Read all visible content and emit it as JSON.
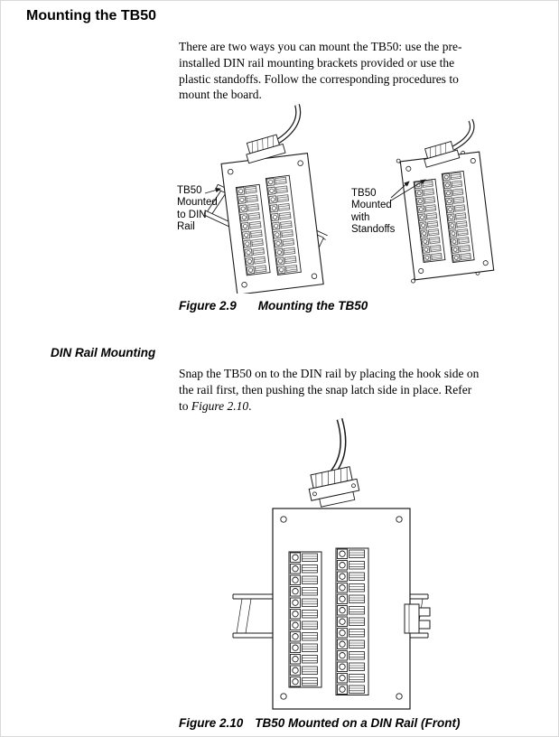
{
  "page": {
    "title": "Mounting the TB50"
  },
  "intro": {
    "text": "There are two ways you can mount the TB50: use the pre-\ninstalled DIN rail mounting brackets provided or use the\nplastic standoffs. Follow the corresponding procedures to\nmount the board."
  },
  "figure_2_9": {
    "left_label": "TB50\nMounted\nto DIN\nRail",
    "right_label": "TB50\nMounted\nwith\nStandoffs",
    "caption_number": "Figure 2.9",
    "caption_title": "Mounting the TB50"
  },
  "din_rail_section": {
    "heading": "DIN Rail Mounting",
    "body_before": "Snap the TB50 on to the DIN rail by placing the hook side on\nthe rail first, then pushing the snap latch side in place. Refer\nto ",
    "body_ref": "Figure 2.10",
    "body_after": "."
  },
  "figure_2_10": {
    "caption_number": "Figure 2.10",
    "caption_title": "TB50 Mounted on a DIN Rail (Front)"
  }
}
